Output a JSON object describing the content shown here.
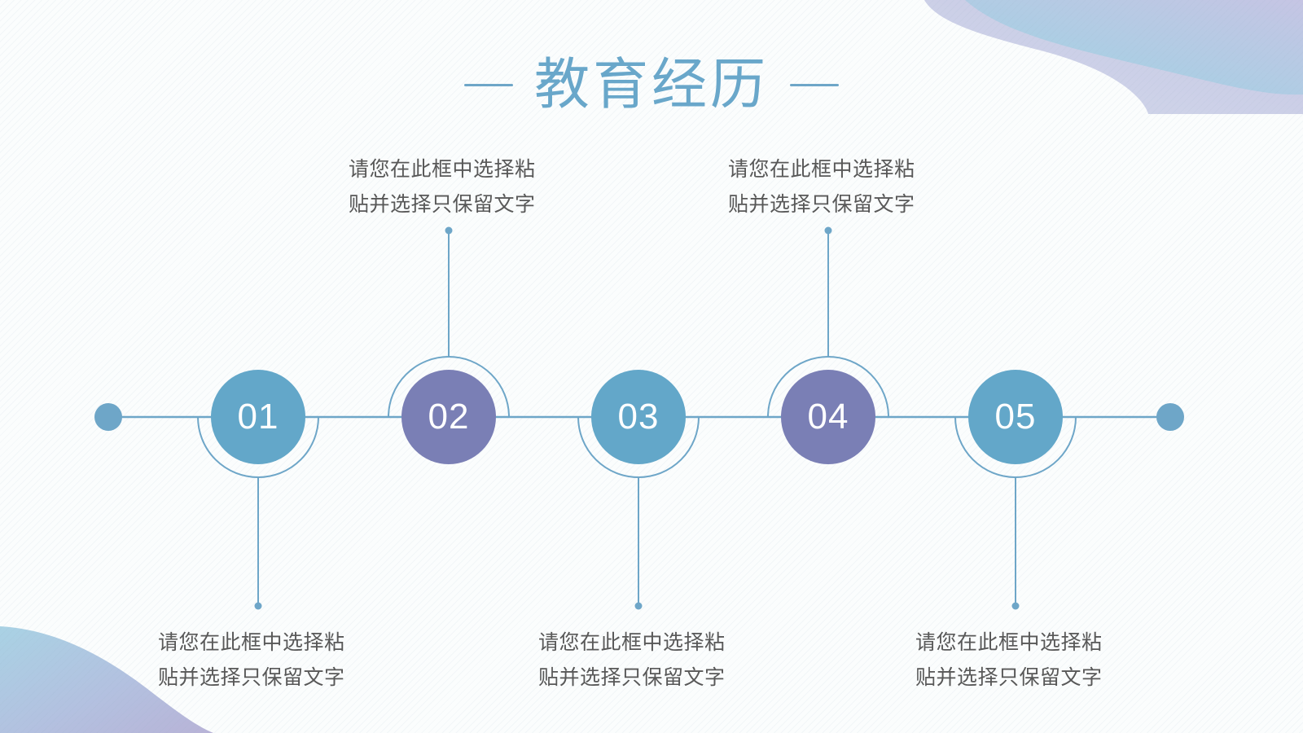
{
  "slide": {
    "title": "教育经历",
    "background_color": "#fbfdfd",
    "accent_blue": "#63a7c9",
    "accent_purple": "#7a7fb5",
    "line_color": "#6ea6c8",
    "text_color": "#585858"
  },
  "decorations": {
    "top_right": {
      "name": "wave-shape-top-right",
      "gradient_from": "#9ed8dd",
      "gradient_mid": "#b6c6e2",
      "gradient_to": "#c3c4e3"
    },
    "bottom_left": {
      "name": "wave-shape-bottom-left",
      "gradient_from": "#a6cfe2",
      "gradient_to": "#b9b5d8"
    }
  },
  "timeline": {
    "left_endpoint_label": "timeline-start-dot",
    "right_endpoint_label": "timeline-end-dot",
    "nodes": [
      {
        "number": "01",
        "color": "#63a7c9",
        "position": "below",
        "caption_line1": "请您在此框中选择粘",
        "caption_line2": "贴并选择只保留文字"
      },
      {
        "number": "02",
        "color": "#7a7fb5",
        "position": "above",
        "caption_line1": "请您在此框中选择粘",
        "caption_line2": "贴并选择只保留文字"
      },
      {
        "number": "03",
        "color": "#63a7c9",
        "position": "below",
        "caption_line1": "请您在此框中选择粘",
        "caption_line2": "贴并选择只保留文字"
      },
      {
        "number": "04",
        "color": "#7a7fb5",
        "position": "above",
        "caption_line1": "请您在此框中选择粘",
        "caption_line2": "贴并选择只保留文字"
      },
      {
        "number": "05",
        "color": "#63a7c9",
        "position": "below",
        "caption_line1": "请您在此框中选择粘",
        "caption_line2": "贴并选择只保留文字"
      }
    ]
  }
}
